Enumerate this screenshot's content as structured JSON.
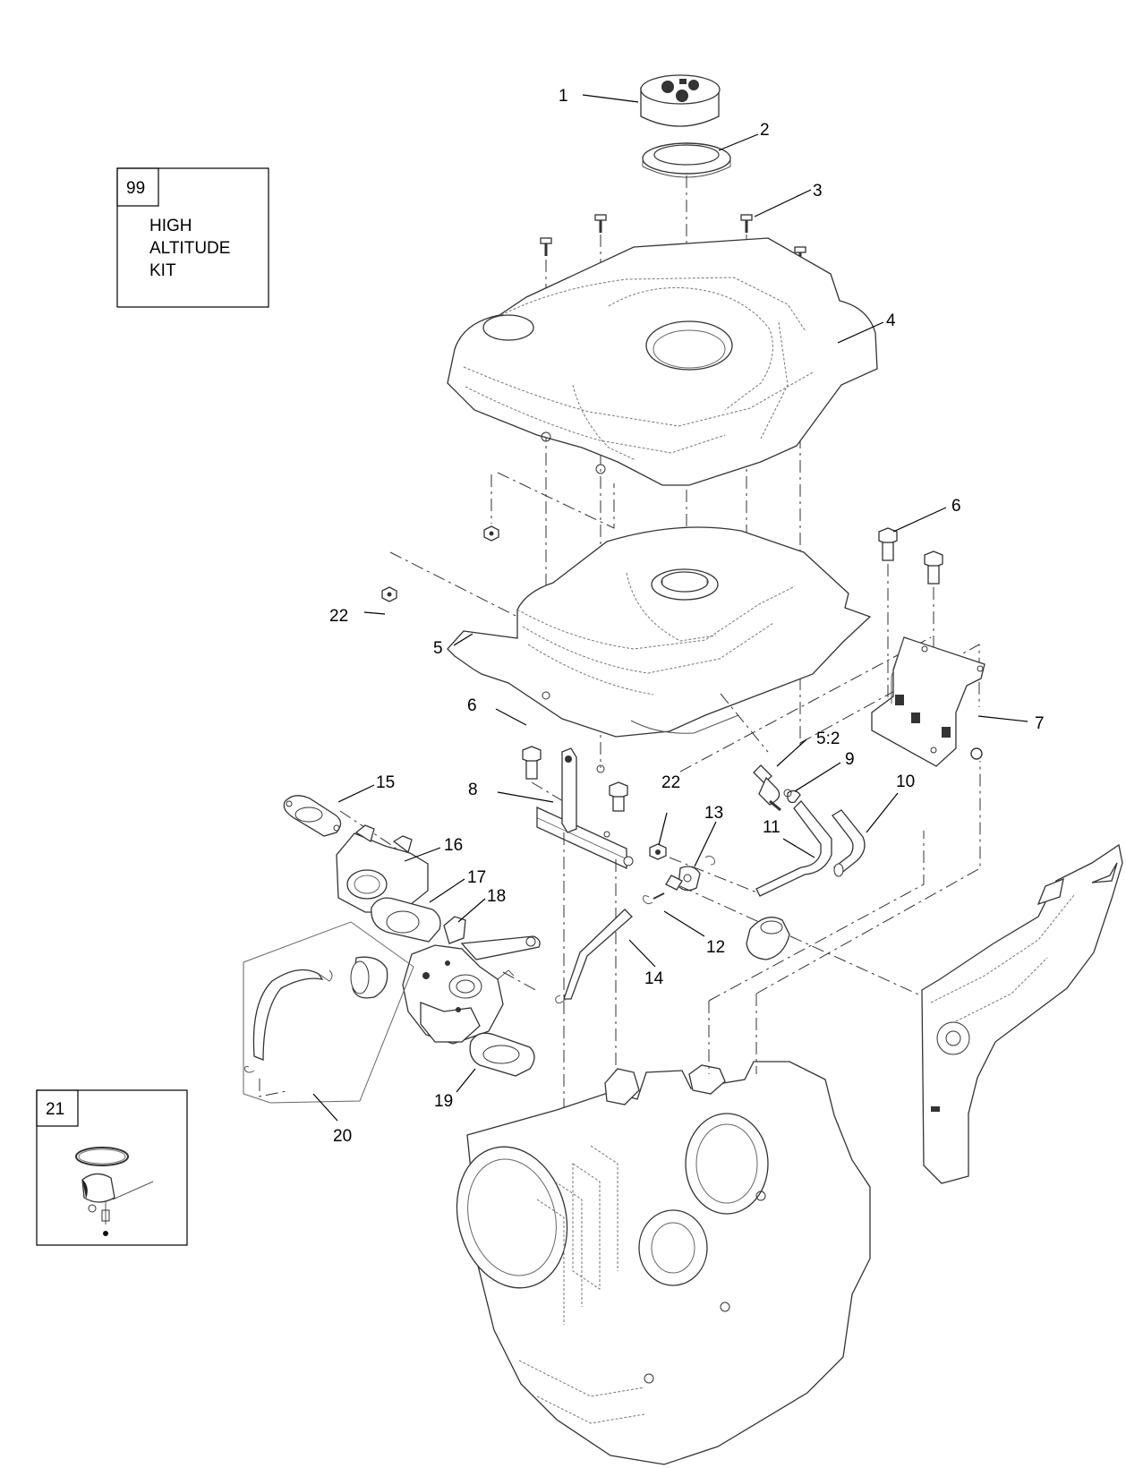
{
  "callouts": [
    {
      "id": "c1",
      "text": "1"
    },
    {
      "id": "c2",
      "text": "2"
    },
    {
      "id": "c3",
      "text": "3"
    },
    {
      "id": "c4",
      "text": "4"
    },
    {
      "id": "c5",
      "text": "5"
    },
    {
      "id": "c5_2",
      "text": "5:2"
    },
    {
      "id": "c6a",
      "text": "6"
    },
    {
      "id": "c6b",
      "text": "6"
    },
    {
      "id": "c7",
      "text": "7"
    },
    {
      "id": "c8",
      "text": "8"
    },
    {
      "id": "c9",
      "text": "9"
    },
    {
      "id": "c10",
      "text": "10"
    },
    {
      "id": "c11",
      "text": "11"
    },
    {
      "id": "c12",
      "text": "12"
    },
    {
      "id": "c13",
      "text": "13"
    },
    {
      "id": "c14",
      "text": "14"
    },
    {
      "id": "c15",
      "text": "15"
    },
    {
      "id": "c16",
      "text": "16"
    },
    {
      "id": "c17",
      "text": "17"
    },
    {
      "id": "c18",
      "text": "18"
    },
    {
      "id": "c19",
      "text": "19"
    },
    {
      "id": "c20",
      "text": "20"
    },
    {
      "id": "c22a",
      "text": "22"
    },
    {
      "id": "c22b",
      "text": "22"
    }
  ],
  "kit_box_99": {
    "number": "99",
    "lines": [
      "HIGH",
      "ALTITUDE",
      "KIT"
    ]
  },
  "kit_box_21": {
    "number": "21"
  }
}
